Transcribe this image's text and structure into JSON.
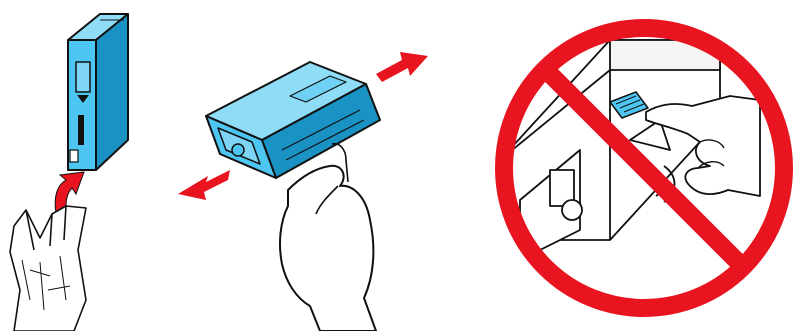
{
  "instructions": [
    {
      "id": "unpack",
      "illustration": "cartridge-removed-from-bag",
      "icon": "curved-arrow-up-icon"
    },
    {
      "id": "shake",
      "illustration": "hand-shaking-cartridge",
      "icon": "double-arrow-icon"
    },
    {
      "id": "prohibited",
      "illustration": "do-not-touch-chip",
      "icon": "prohibition-icon"
    }
  ],
  "colors": {
    "cartridge": "#4ec6f2",
    "cartridge_dark": "#1a93c4",
    "arrow": "#e8141f",
    "prohibition": "#e8141f",
    "outline": "#111111",
    "skin": "#ffffff"
  }
}
